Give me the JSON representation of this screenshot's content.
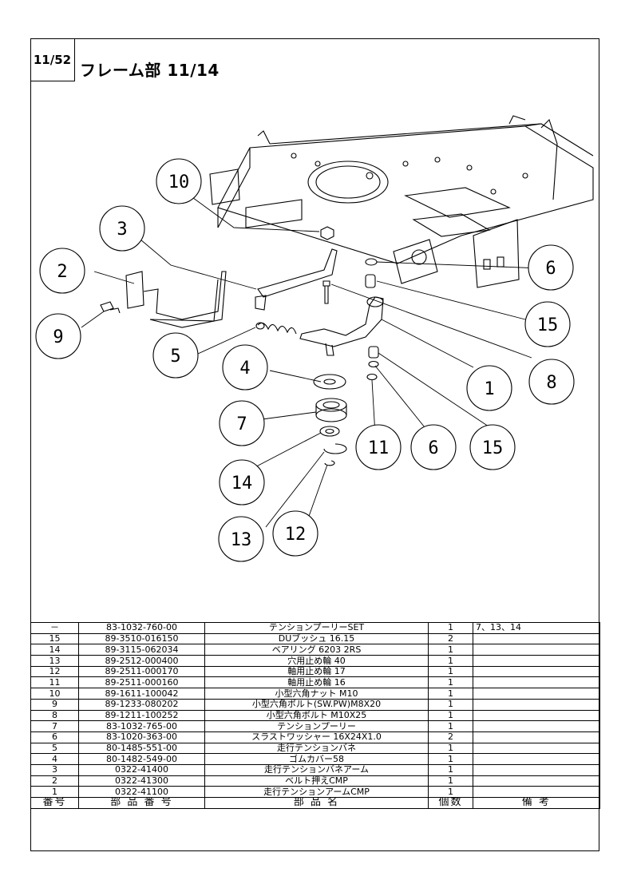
{
  "page": {
    "page_number": "11/52",
    "title": "フレーム部 11/14"
  },
  "callouts": [
    "10",
    "3",
    "2",
    "9",
    "5",
    "4",
    "7",
    "14",
    "13",
    "12",
    "11",
    "6",
    "15",
    "1",
    "8",
    "6",
    "15"
  ],
  "parts_table": {
    "headers": [
      "番号",
      "部 品 番 号",
      "部 品 名",
      "個数",
      "備 考"
    ],
    "rows": [
      [
        "－",
        "83-1032-760-00",
        "テンションプーリーSET",
        "1",
        "7、13、14"
      ],
      [
        "15",
        "89-3510-016150",
        "DUブッシュ 16.15",
        "2",
        ""
      ],
      [
        "14",
        "89-3115-062034",
        "ベアリング 6203 2RS",
        "1",
        ""
      ],
      [
        "13",
        "89-2512-000400",
        "穴用止め輪 40",
        "1",
        ""
      ],
      [
        "12",
        "89-2511-000170",
        "軸用止め輪 17",
        "1",
        ""
      ],
      [
        "11",
        "89-2511-000160",
        "軸用止め輪 16",
        "1",
        ""
      ],
      [
        "10",
        "89-1611-100042",
        "小型六角ナット M10",
        "1",
        ""
      ],
      [
        "9",
        "89-1233-080202",
        "小型六角ボルト(SW.PW)M8X20",
        "1",
        ""
      ],
      [
        "8",
        "89-1211-100252",
        "小型六角ボルト M10X25",
        "1",
        ""
      ],
      [
        "7",
        "83-1032-765-00",
        "テンションプーリー",
        "1",
        ""
      ],
      [
        "6",
        "83-1020-363-00",
        "スラストワッシャー 16X24X1.0",
        "2",
        ""
      ],
      [
        "5",
        "80-1485-551-00",
        "走行テンションバネ",
        "1",
        ""
      ],
      [
        "4",
        "80-1482-549-00",
        "ゴムカバー58",
        "1",
        ""
      ],
      [
        "3",
        "0322-41400",
        "走行テンションバネアーム",
        "1",
        ""
      ],
      [
        "2",
        "0322-41300",
        "ベルト押えCMP",
        "1",
        ""
      ],
      [
        "1",
        "0322-41100",
        "走行テンションアームCMP",
        "1",
        ""
      ]
    ]
  }
}
